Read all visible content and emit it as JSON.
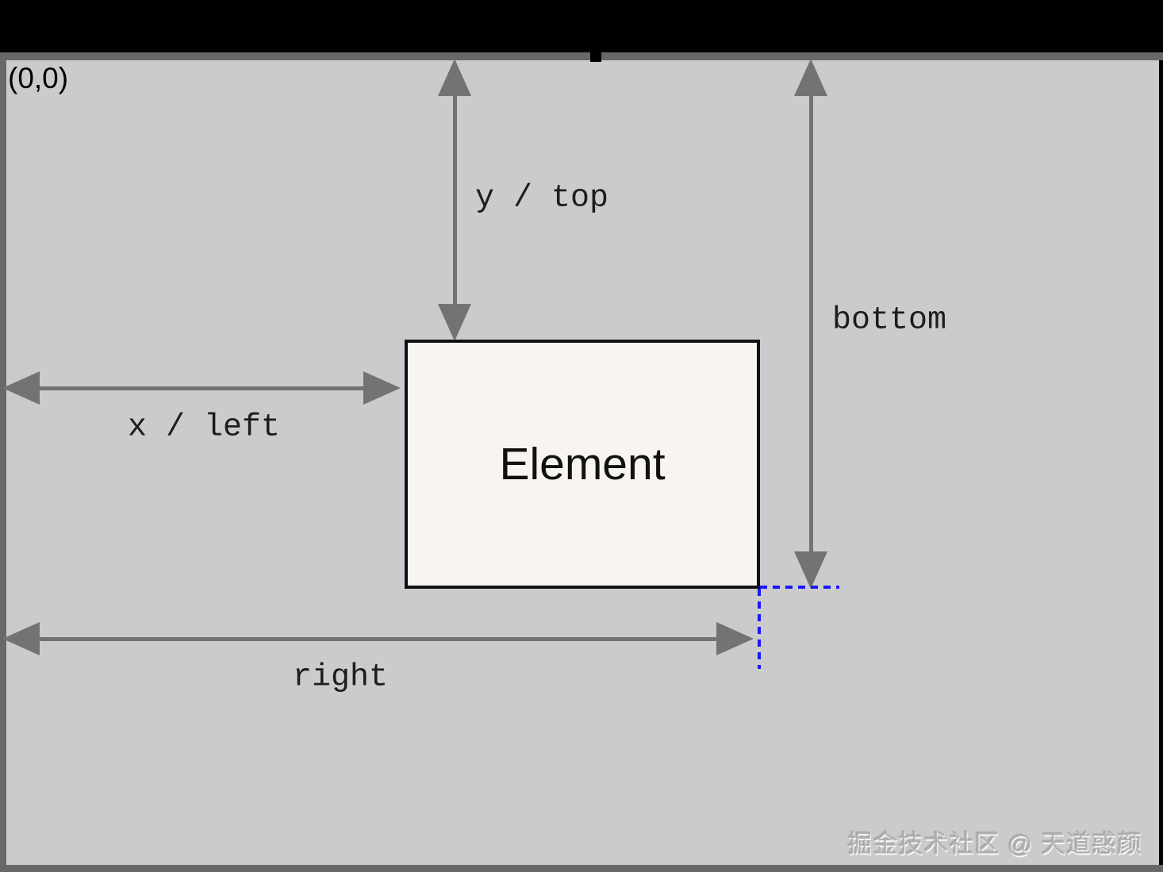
{
  "diagram": {
    "origin_label": "(0,0)",
    "element_label": "Element",
    "labels": {
      "y_top": "y / top",
      "x_left": "x / left",
      "bottom": "bottom",
      "right": "right"
    },
    "watermark": "掘金技术社区 @ 天道惑颜",
    "colors": {
      "canvas_bg": "#cbcbcb",
      "frame": "#686868",
      "arrow": "#737373",
      "guide_dashed_blue": "#1a16ff",
      "element_fill": "#f8f4ef",
      "element_border": "#111111",
      "top_bar": "#000000"
    }
  }
}
